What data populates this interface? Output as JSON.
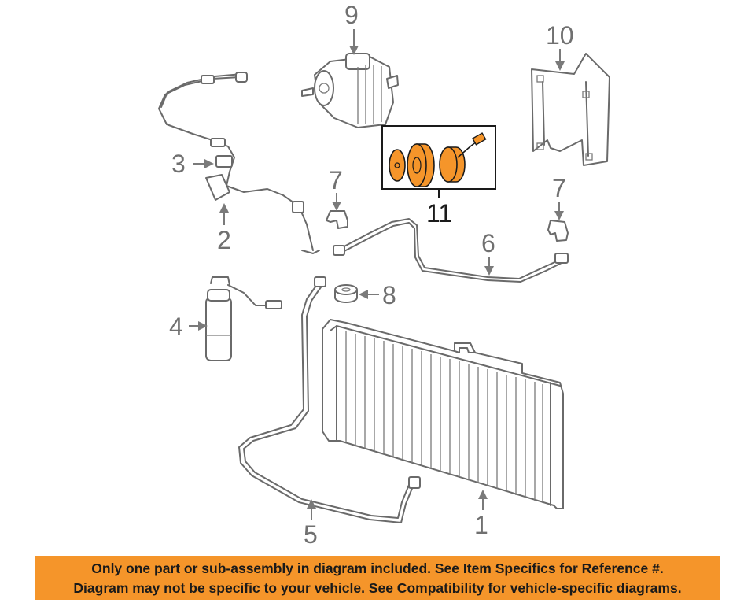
{
  "callouts": {
    "c1": "1",
    "c2": "2",
    "c3": "3",
    "c4": "4",
    "c5": "5",
    "c6": "6",
    "c7a": "7",
    "c7b": "7",
    "c8": "8",
    "c9": "9",
    "c10": "10",
    "c11": "11"
  },
  "colors": {
    "highlight": "#f5952a",
    "line": "#6a6a6a",
    "label": "#707070"
  },
  "banner": {
    "line1": "Only one part or sub-assembly in diagram included. See Item Specifics for Reference #.",
    "line2": "Diagram may not be specific to your vehicle. See Compatibility for vehicle-specific diagrams."
  }
}
